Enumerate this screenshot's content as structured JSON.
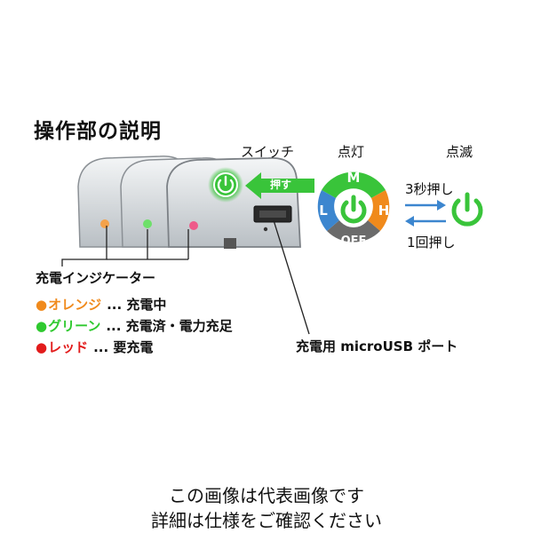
{
  "title": "操作部の説明",
  "labels": {
    "switch": "スイッチ",
    "push": "押す",
    "on": "点灯",
    "blink": "点滅",
    "hold": "3秒押し",
    "press": "1回押し",
    "port": "充電用 microUSB ポート",
    "mode_m": "M",
    "mode_l": "L",
    "mode_h": "H",
    "mode_off": "OFF"
  },
  "indicator": {
    "title": "充電インジケーター",
    "items": [
      {
        "dot": "●",
        "name": "オレンジ",
        "desc": "... 充電中",
        "color": "#f08a1c"
      },
      {
        "dot": "●",
        "name": "グリーン",
        "desc": "... 充電済・電力充足",
        "color": "#2fc92f"
      },
      {
        "dot": "●",
        "name": "レッド",
        "desc": "... 要充電",
        "color": "#e21b1b"
      }
    ]
  },
  "colors": {
    "green": "#39c43a",
    "blue": "#3c86cf",
    "orange": "#f08a1c",
    "gray": "#6b6b6b"
  },
  "footer": {
    "line1": "この画像は代表画像です",
    "line2": "詳細は仕様をご確認ください"
  }
}
